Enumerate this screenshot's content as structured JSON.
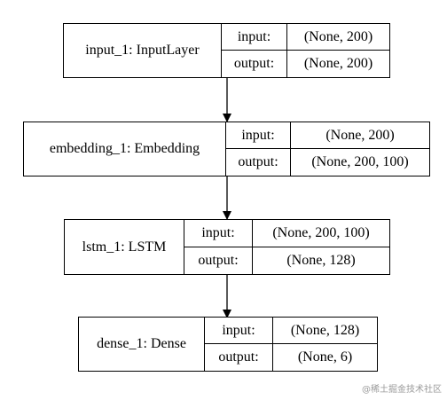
{
  "nodes": [
    {
      "name": "input_1: InputLayer",
      "input_label": "input:",
      "input_value": "(None, 200)",
      "output_label": "output:",
      "output_value": "(None, 200)"
    },
    {
      "name": "embedding_1: Embedding",
      "input_label": "input:",
      "input_value": "(None, 200)",
      "output_label": "output:",
      "output_value": "(None, 200, 100)"
    },
    {
      "name": "lstm_1: LSTM",
      "input_label": "input:",
      "input_value": "(None, 200, 100)",
      "output_label": "output:",
      "output_value": "(None, 128)"
    },
    {
      "name": "dense_1: Dense",
      "input_label": "input:",
      "input_value": "(None, 128)",
      "output_label": "output:",
      "output_value": "(None, 6)"
    }
  ],
  "watermark": "@稀土掘金技术社区"
}
